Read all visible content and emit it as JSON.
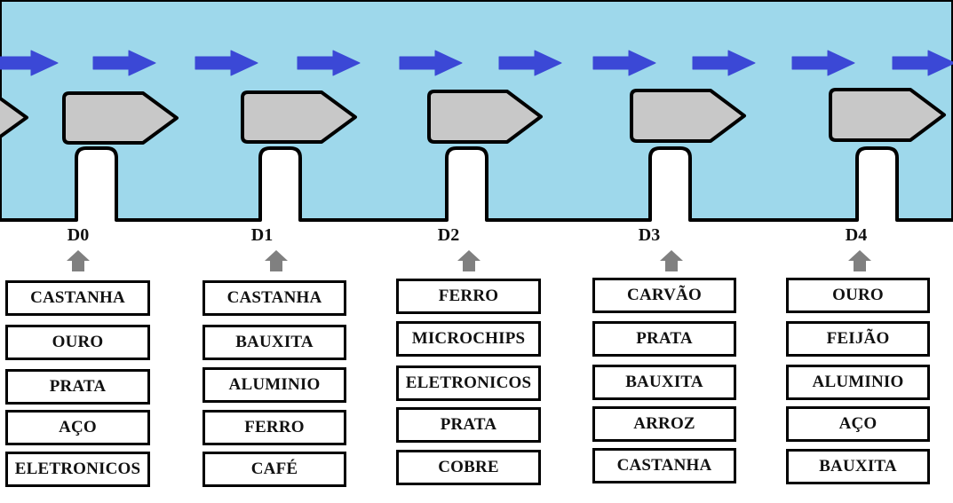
{
  "colors": {
    "water": "#9ED8EB",
    "flow_arrow": "#3B48D6",
    "ship_fill": "#C8C8C8",
    "up_arrow": "#808080"
  },
  "flow_direction_icon": "arrow-right-icon",
  "docks": [
    {
      "label": "D0",
      "cargo": [
        "CASTANHA",
        "OURO",
        "PRATA",
        "AÇO",
        "ELETRONICOS"
      ]
    },
    {
      "label": "D1",
      "cargo": [
        "CASTANHA",
        "BAUXITA",
        "ALUMINIO",
        "FERRO",
        "CAFÉ"
      ]
    },
    {
      "label": "D2",
      "cargo": [
        "FERRO",
        "MICROCHIPS",
        "ELETRONICOS",
        "PRATA",
        "COBRE"
      ]
    },
    {
      "label": "D3",
      "cargo": [
        "CARVÃO",
        "PRATA",
        "BAUXITA",
        "ARROZ",
        "CASTANHA"
      ]
    },
    {
      "label": "D4",
      "cargo": [
        "OURO",
        "FEIJÃO",
        "ALUMINIO",
        "AÇO",
        "BAUXITA"
      ]
    }
  ]
}
